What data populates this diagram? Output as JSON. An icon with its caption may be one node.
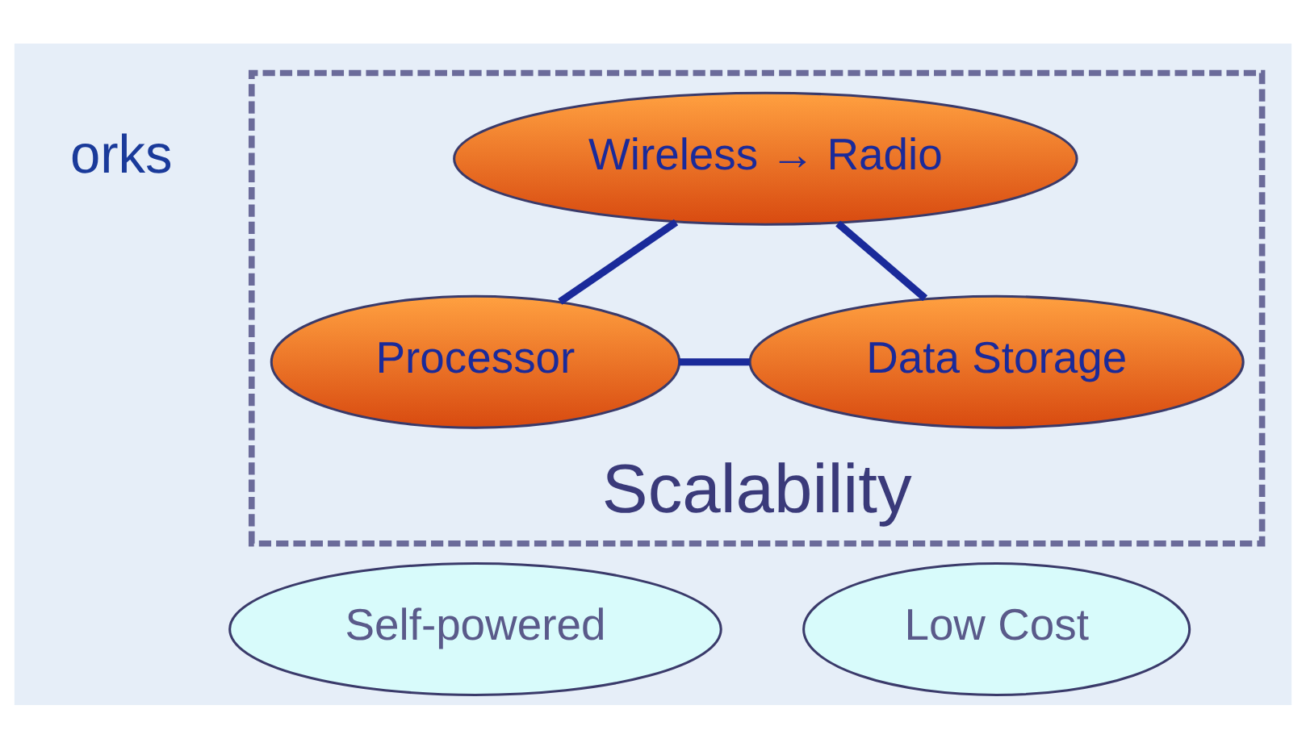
{
  "diagram": {
    "nodes": [
      {
        "text": [
          "Scalability"
        ]
      },
      {
        "text": [
          "Wireless → Radio"
        ],
        "in": 0
      },
      {
        "text": [
          "Processor"
        ],
        "in": 0
      },
      {
        "text": [
          "Data Storage"
        ],
        "in": 0
      },
      {
        "text": [
          "Self-powered"
        ]
      },
      {
        "text": [
          "Low Cost"
        ]
      }
    ],
    "edges": [
      {
        "from": 1,
        "to": 2,
        "arrow": "none"
      },
      {
        "from": 1,
        "to": 3,
        "arrow": "none"
      },
      {
        "from": 2,
        "to": 3,
        "arrow": "none"
      }
    ],
    "labels": [
      "orks"
    ]
  }
}
